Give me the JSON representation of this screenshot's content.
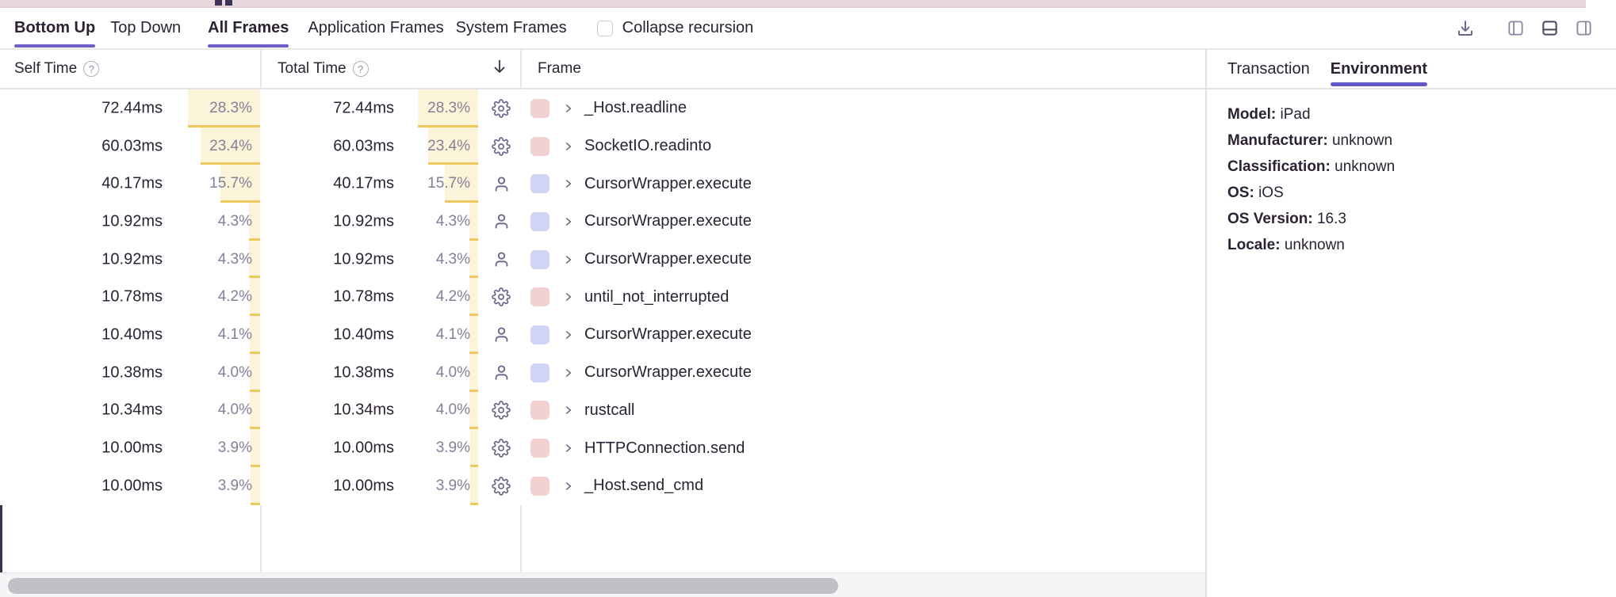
{
  "toolbar": {
    "tabs": [
      {
        "label": "Bottom Up",
        "active": true
      },
      {
        "label": "Top Down",
        "active": false
      },
      {
        "label": "All Frames",
        "active": true
      },
      {
        "label": "Application Frames",
        "active": false
      },
      {
        "label": "System Frames",
        "active": false
      }
    ],
    "collapse_recursion_label": "Collapse recursion",
    "collapse_recursion_checked": false,
    "action_icons": [
      "download-icon",
      "layout-left-panel-icon",
      "layout-bottom-panel-icon",
      "layout-right-panel-icon"
    ]
  },
  "table": {
    "columns": {
      "self": "Self Time",
      "total": "Total Time",
      "frame": "Frame"
    },
    "sort": {
      "column": "Total Time",
      "direction": "desc"
    },
    "max_percent": 28.3,
    "rows": [
      {
        "self": "72.44ms",
        "self_pct": "28.3%",
        "total": "72.44ms",
        "total_pct": "28.3%",
        "frame_type": "system",
        "swatch": "pink",
        "name": "_Host.readline"
      },
      {
        "self": "60.03ms",
        "self_pct": "23.4%",
        "total": "60.03ms",
        "total_pct": "23.4%",
        "frame_type": "system",
        "swatch": "pink",
        "name": "SocketIO.readinto"
      },
      {
        "self": "40.17ms",
        "self_pct": "15.7%",
        "total": "40.17ms",
        "total_pct": "15.7%",
        "frame_type": "application",
        "swatch": "lavender",
        "name": "CursorWrapper.execute"
      },
      {
        "self": "10.92ms",
        "self_pct": "4.3%",
        "total": "10.92ms",
        "total_pct": "4.3%",
        "frame_type": "application",
        "swatch": "lavender",
        "name": "CursorWrapper.execute"
      },
      {
        "self": "10.92ms",
        "self_pct": "4.3%",
        "total": "10.92ms",
        "total_pct": "4.3%",
        "frame_type": "application",
        "swatch": "lavender",
        "name": "CursorWrapper.execute"
      },
      {
        "self": "10.78ms",
        "self_pct": "4.2%",
        "total": "10.78ms",
        "total_pct": "4.2%",
        "frame_type": "system",
        "swatch": "pink",
        "name": "until_not_interrupted"
      },
      {
        "self": "10.40ms",
        "self_pct": "4.1%",
        "total": "10.40ms",
        "total_pct": "4.1%",
        "frame_type": "application",
        "swatch": "lavender",
        "name": "CursorWrapper.execute"
      },
      {
        "self": "10.38ms",
        "self_pct": "4.0%",
        "total": "10.38ms",
        "total_pct": "4.0%",
        "frame_type": "application",
        "swatch": "lavender",
        "name": "CursorWrapper.execute"
      },
      {
        "self": "10.34ms",
        "self_pct": "4.0%",
        "total": "10.34ms",
        "total_pct": "4.0%",
        "frame_type": "system",
        "swatch": "pink",
        "name": "rustcall"
      },
      {
        "self": "10.00ms",
        "self_pct": "3.9%",
        "total": "10.00ms",
        "total_pct": "3.9%",
        "frame_type": "system",
        "swatch": "pink",
        "name": "HTTPConnection.send"
      },
      {
        "self": "10.00ms",
        "self_pct": "3.9%",
        "total": "10.00ms",
        "total_pct": "3.9%",
        "frame_type": "system",
        "swatch": "pink",
        "name": "_Host.send_cmd"
      }
    ]
  },
  "panel": {
    "tabs": [
      "Transaction",
      "Environment"
    ],
    "active_tab": "Environment",
    "environment": [
      {
        "label": "Model",
        "value": "iPad"
      },
      {
        "label": "Manufacturer",
        "value": "unknown"
      },
      {
        "label": "Classification",
        "value": "unknown"
      },
      {
        "label": "OS",
        "value": "iOS"
      },
      {
        "label": "OS Version",
        "value": "16.3"
      },
      {
        "label": "Locale",
        "value": "unknown"
      }
    ]
  },
  "colors": {
    "accent_purple": "#6c5fc7",
    "bar_yellow": "#fbf4d9",
    "bar_gold": "#eec75d",
    "system_frame_swatch": "#f2d1d1",
    "application_frame_swatch": "#d1d3f7",
    "minimap_pink": "#e9d7de",
    "text_dark": "#2b2233",
    "text_muted": "#877e98"
  }
}
